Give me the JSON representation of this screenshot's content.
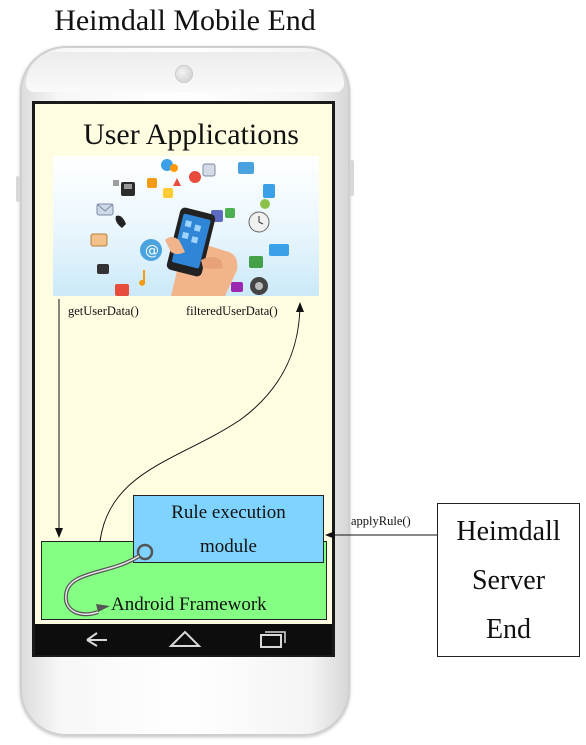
{
  "title": "Heimdall Mobile End",
  "user_apps": {
    "title": "User Applications"
  },
  "calls": {
    "get_user_data": "getUserData()",
    "filtered_user_data": "filteredUserData()",
    "apply_rule": "applyRule()"
  },
  "rule_module": {
    "line1": "Rule execution",
    "line2": "module"
  },
  "android": {
    "label": "Android Framework"
  },
  "server": {
    "line1": "Heimdall",
    "line2": "Server",
    "line3": "End"
  },
  "colors": {
    "apps_background": "#fefde2",
    "android_framework": "#84ff84",
    "rule_module": "#7fd3ff"
  }
}
